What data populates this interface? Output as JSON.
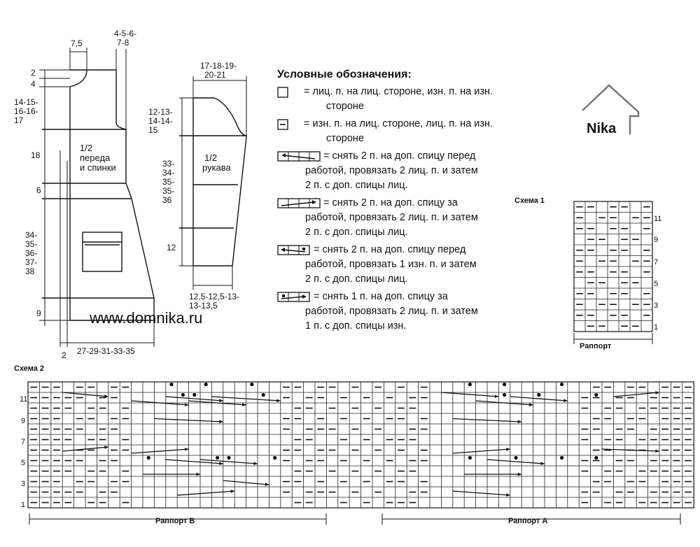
{
  "pattern_diagram": {
    "label": "1/2 переда и спинки",
    "label_line1": "1/2",
    "label_line2": "переда",
    "label_line3": "и спинки",
    "dims": {
      "shoulder": "7,5",
      "neck_depth": "4-5-6-7-8",
      "neck_depth_line1": "4-5-6-",
      "neck_depth_line2": "7-8",
      "top_small": "2",
      "top_small2": "4",
      "armhole": "14-15-16-16-17",
      "armhole_lines": [
        "14-15-",
        "16-16-",
        "17"
      ],
      "mid": "18",
      "yoke": "6",
      "body_lines": [
        "34-",
        "35-",
        "36-",
        "37-",
        "38"
      ],
      "hem": "9",
      "bottom_width": "27-29-31-33-35",
      "bottom_small": "2"
    }
  },
  "sleeve_diagram": {
    "label_line1": "1/2",
    "label_line2": "рукава",
    "top_lines": [
      "17-18-19-",
      "20-21"
    ],
    "cap_lines": [
      "12-13-",
      "14-14-",
      "15"
    ],
    "length_lines": [
      "33-",
      "34-",
      "35-",
      "35-",
      "36"
    ],
    "cuff": "12",
    "bottom_lines": [
      "12,5-12,5-13-",
      "13-13,5"
    ]
  },
  "watermark": "www.domnika.ru",
  "logo_text": "Nika",
  "legend": {
    "title": "Условные обозначения:",
    "items": [
      {
        "symbol": "knit",
        "text1": "= лиц. п. на лиц. стороне, изн. п. на изн.",
        "text2": "стороне"
      },
      {
        "symbol": "purl",
        "text1": "= изн. п. на лиц. стороне, лиц. п. на изн.",
        "text2": "стороне"
      },
      {
        "symbol": "cross-left-2-2",
        "text1": "= снять 2 п. на доп. спицу перед",
        "text2": "работой, провязать 2 лиц. п. и затем",
        "text3": "2 п. с доп. спицы лиц."
      },
      {
        "symbol": "cross-right-2-2",
        "text1": "= снять 2 п. на доп. спицу за",
        "text2": "работой, провязать 2 лиц. п. и затем",
        "text3": "2 п. с доп. спицы лиц."
      },
      {
        "symbol": "cross-left-2-1p",
        "text1": "= снять 2 п. на доп. спицу перед",
        "text2": "работой, провязать 1 изн. п. и затем",
        "text3": "2 п. с доп. спицы лиц."
      },
      {
        "symbol": "cross-right-1p-2",
        "text1": "= снять 1 п. на доп. спицу за",
        "text2": "работой, провязать 2 лиц. п. и затем",
        "text3": "1 п. с доп. спицы изн."
      }
    ]
  },
  "scheme1": {
    "title": "Схема 1",
    "repeat_label": "Раппорт",
    "row_labels": [
      "11",
      "9",
      "7",
      "5",
      "3",
      "1"
    ]
  },
  "scheme2": {
    "title": "Схема 2",
    "row_labels": [
      "11",
      "9",
      "7",
      "5",
      "3",
      "1"
    ],
    "repeat_b": "Раппорт В",
    "repeat_a": "Раппорт А"
  },
  "colors": {
    "ink": "#111111",
    "grid": "#222222",
    "watermark": "#333333"
  }
}
